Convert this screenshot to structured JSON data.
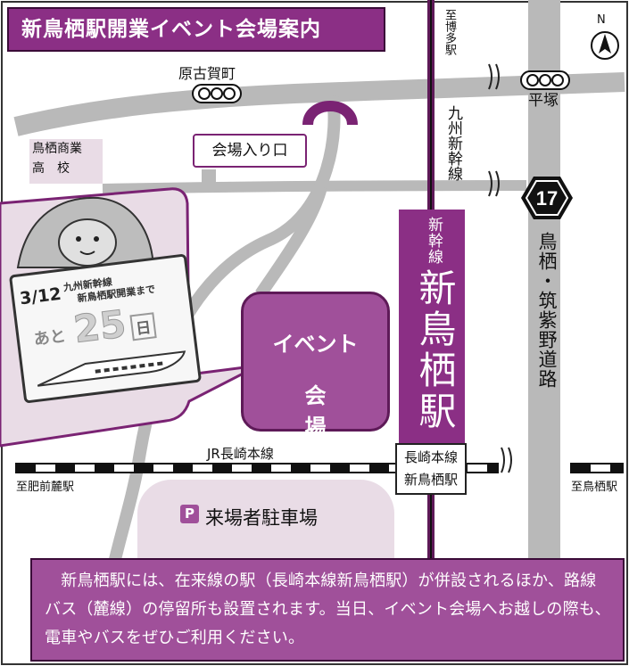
{
  "title": "新鳥栖駅開業イベント会場案内",
  "north": "N",
  "labels": {
    "harakoga": "原古賀町",
    "hiratsuka": "平塚",
    "school_line1": "鳥栖商業",
    "school_line2": "高　校",
    "to_hakata": "至博多駅",
    "kyushu_shinkansen": "九州新幹線",
    "route_number": "17",
    "tosu_chikushino_road": "鳥栖・筑紫野道路",
    "jr_nagasaki_line": "JR長崎本線",
    "to_hizen_fumoto": "至肥前麓駅",
    "to_tosu": "至鳥栖駅"
  },
  "entrance": "会場入り口",
  "venue": {
    "line1": "イベント",
    "line2": "会場"
  },
  "shinkansen_station": {
    "small": "新幹線",
    "big": "新鳥栖駅"
  },
  "local_station": {
    "line1": "長崎本線",
    "line2": "新鳥栖駅"
  },
  "parking": {
    "badge": "P",
    "label": "来場者駐車場"
  },
  "countdown_card": {
    "date": "3/12",
    "line1": "九州新幹線",
    "line2": "新鳥栖駅開業まで",
    "prefix": "あと",
    "number": "25",
    "suffix": "日"
  },
  "notice": "　新鳥栖駅には、在来線の駅（長崎本線新鳥栖駅）が併設されるほか、路線バス（麓線）の停留所も設置されます。当日、イベント会場へお越しの際も、電車やバスをぜひご利用ください。",
  "colors": {
    "accent": "#8b2f85",
    "accent_light": "#a0509a",
    "road": "#b9b9b9",
    "pink": "#e9dce6"
  }
}
